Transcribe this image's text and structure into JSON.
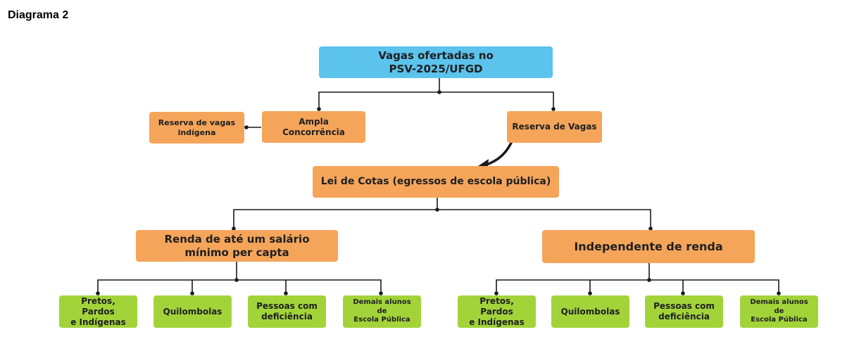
{
  "page_title": "Diagrama 2",
  "colors": {
    "root": "#5bc3ec",
    "category": "#f5a55a",
    "group": "#a2d43a",
    "connector": "#1a1a1a"
  },
  "nodes": {
    "root": "Vagas ofertadas no\nPSV-2025/UFGD",
    "ampla": "Ampla Concorrência",
    "reserva_indigena": "Reserva de vagas\nindígena",
    "reserva": "Reserva de Vagas",
    "lei_cotas": "Lei de Cotas (egressos de escola pública)",
    "renda": "Renda de até um salário\nmínimo per capta",
    "independente": "Independente de renda",
    "left_groups": [
      "Pretos, Pardos\ne Indígenas",
      "Quilombolas",
      "Pessoas com\ndeficiência",
      "Demais alunos de\nEscola Pública"
    ],
    "right_groups": [
      "Pretos, Pardos\ne Indígenas",
      "Quilombolas",
      "Pessoas com\ndeficiência",
      "Demais alunos de\nEscola Pública"
    ]
  }
}
